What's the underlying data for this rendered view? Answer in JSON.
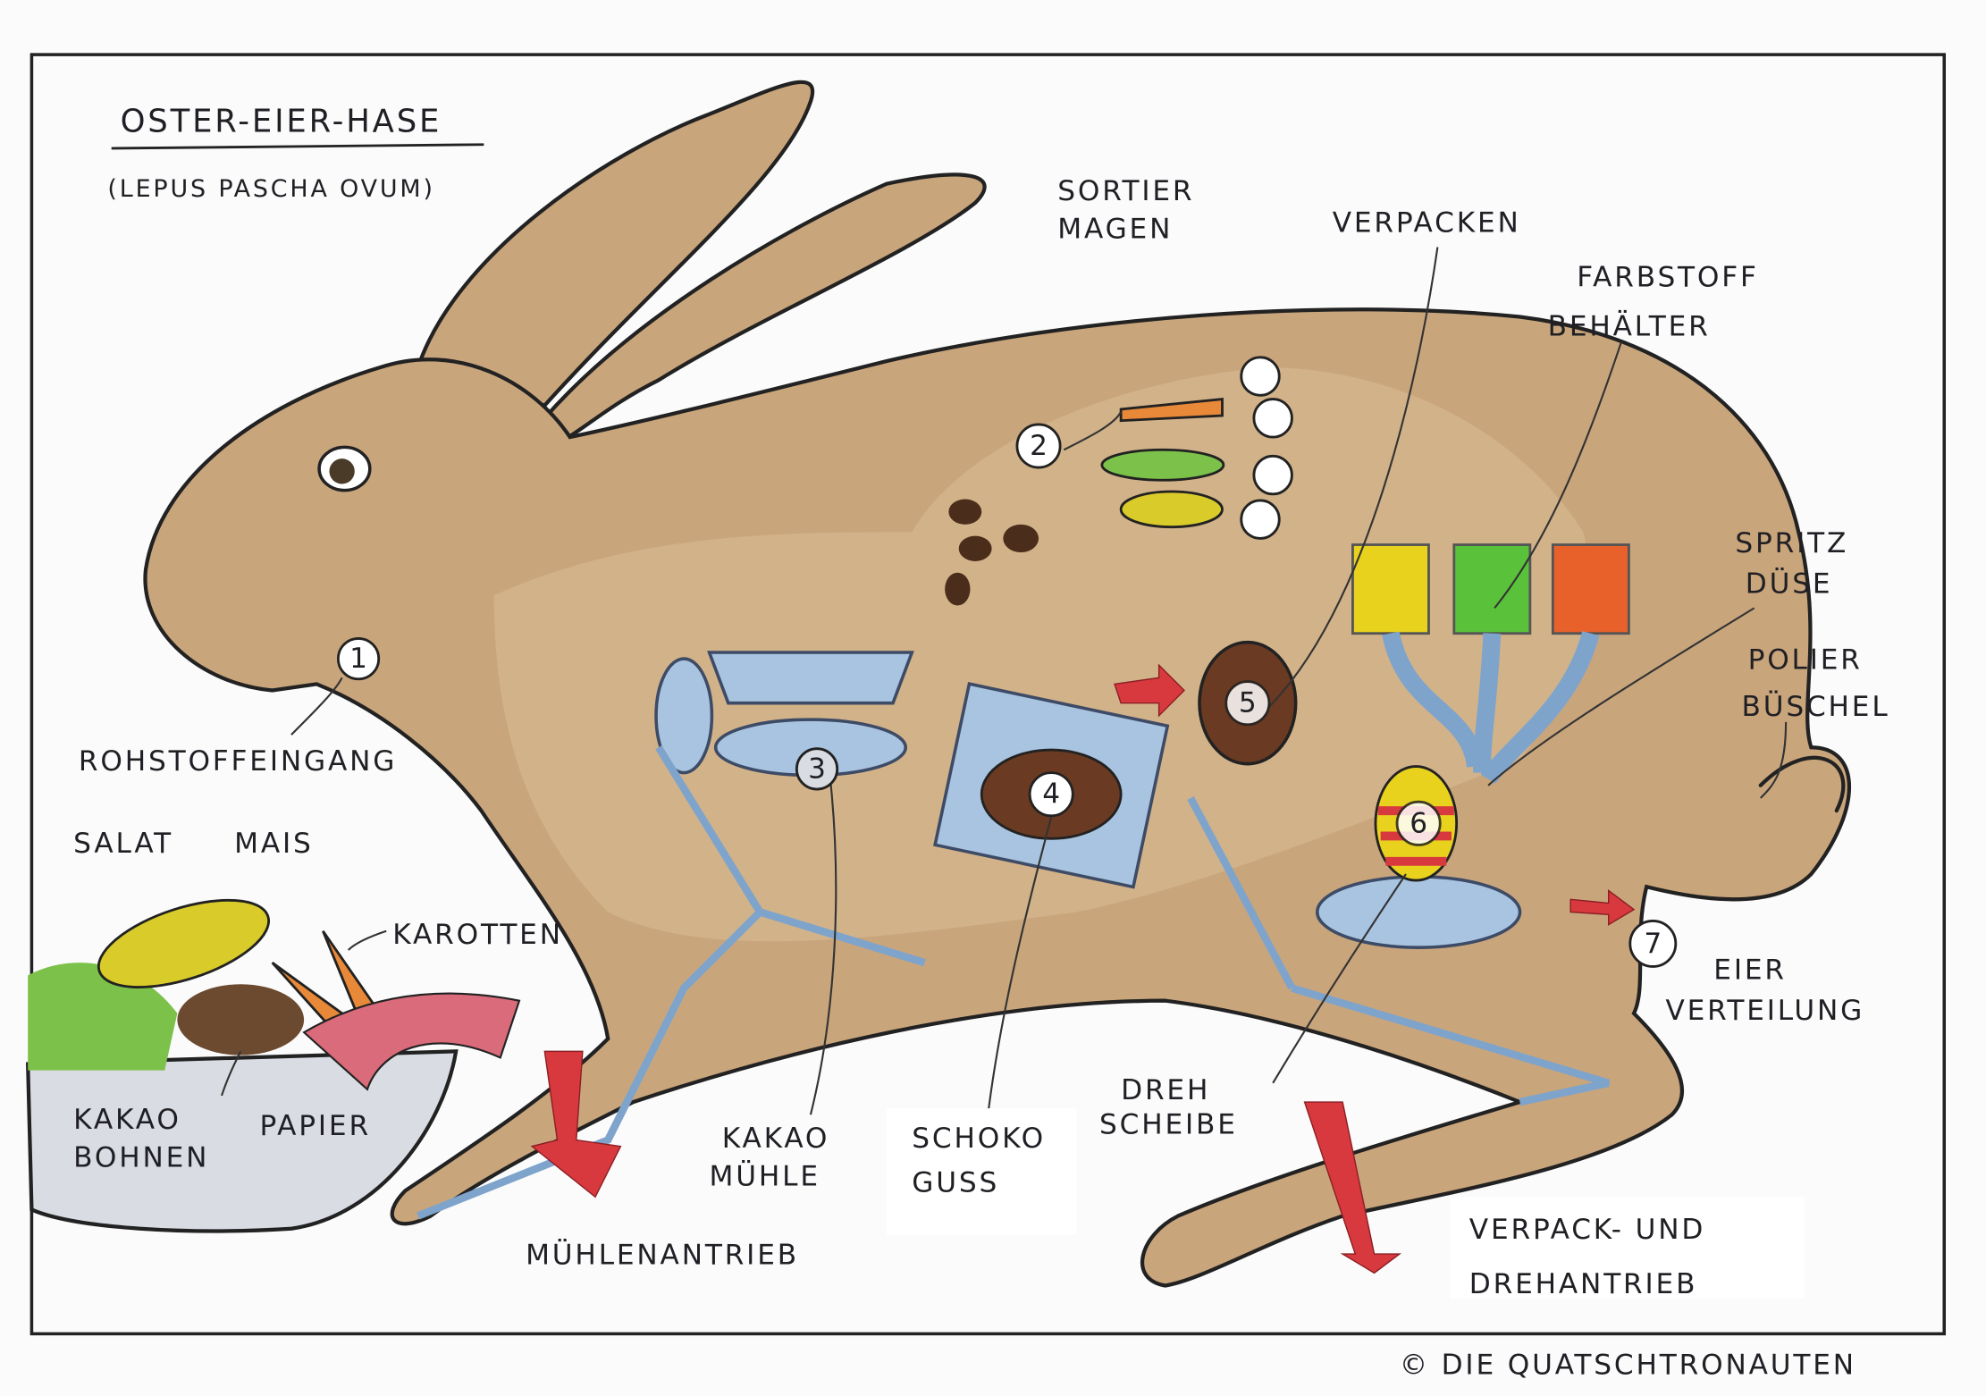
{
  "title": "OSTER-EIER-HASE",
  "subtitle": "(LEPUS PASCHA OVUM)",
  "copyright": "© DIE QUATSCHTRONAUTEN",
  "colors": {
    "fur": "#c9a57c",
    "fur_dark": "#a8825c",
    "mechanism": "#a9c4e0",
    "arrow": "#d8393f",
    "yellow": "#e8d21e",
    "green": "#5ac23a",
    "orange": "#e8612a",
    "chocolate": "#6b3a22"
  },
  "stations": [
    {
      "number": "1",
      "label": [
        "ROHSTOFFEINGANG"
      ]
    },
    {
      "number": "2",
      "label": [
        "SORTIER",
        "MAGEN"
      ]
    },
    {
      "number": "3",
      "label": [
        "KAKAO",
        "MÜHLE"
      ]
    },
    {
      "number": "4",
      "label": [
        "SCHOKO",
        "GUSS"
      ]
    },
    {
      "number": "5",
      "label": [
        "VERPACKEN"
      ]
    },
    {
      "number": "6",
      "label": [
        "DREH",
        "SCHEIBE"
      ]
    },
    {
      "number": "7",
      "label": [
        "EIER",
        "VERTEILUNG"
      ]
    }
  ],
  "parts": {
    "farbstoff": [
      "FARBSTOFF",
      "BEHÄLTER"
    ],
    "spritz": [
      "SPRITZ",
      "DÜSE"
    ],
    "polier": [
      "POLIER",
      "BÜSCHEL"
    ],
    "muehlenantrieb": "MÜHLENANTRIEB",
    "verpackantrieb": [
      "VERPACK- UND",
      "DREHANTRIEB"
    ]
  },
  "ingredients": {
    "salat": "SALAT",
    "mais": "MAIS",
    "karotten": "KAROTTEN",
    "kakao": [
      "KAKAO",
      "BOHNEN"
    ],
    "papier": "PAPIER"
  }
}
